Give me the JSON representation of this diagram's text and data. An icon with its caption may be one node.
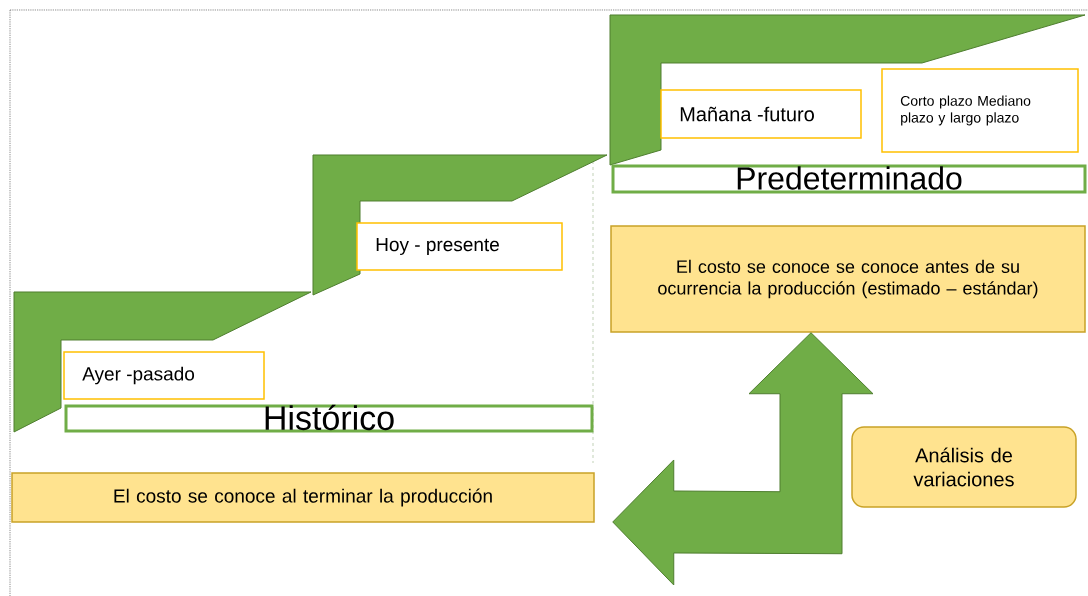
{
  "diagram": {
    "nodes": [
      {
        "text": [
          "Ayer -pasado"
        ]
      },
      {
        "text": [
          "Hoy - presente"
        ]
      },
      {
        "text": [
          "Mañana -futuro"
        ]
      },
      {
        "text": [
          "Corto plazo Mediano plazo y largo plazo"
        ]
      },
      {
        "text": [
          "Histórico"
        ]
      },
      {
        "text": [
          "Predeterminado"
        ]
      },
      {
        "text": [
          "El costo se conoce al terminar la producción"
        ]
      },
      {
        "text": [
          "El costo se conoce se conoce antes de su ocurrencia la producción (estimado – estándar)"
        ]
      },
      {
        "text": [
          "Análisis de variaciones"
        ]
      }
    ],
    "edges": [
      {
        "from": 6,
        "to": 7,
        "arrow": "both"
      }
    ]
  }
}
